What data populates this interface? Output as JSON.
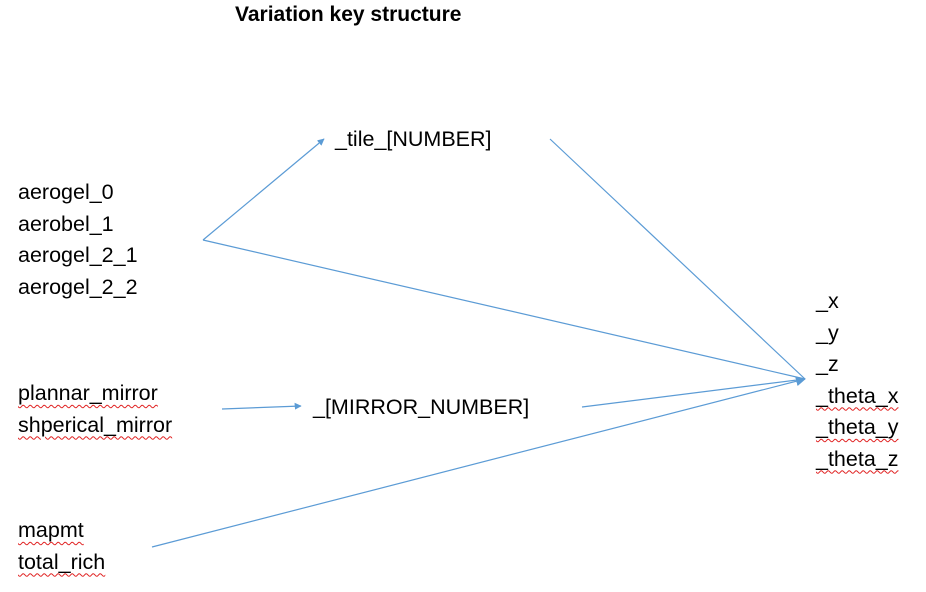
{
  "title": "Variation key structure",
  "groups": {
    "aerogel": [
      "aerogel_0",
      "aerobel_1",
      "aerogel_2_1",
      "aerogel_2_2"
    ],
    "mirrors": [
      "plannar_mirror",
      "shperical_mirror"
    ],
    "detectors": [
      "mapmt",
      "total_rich"
    ]
  },
  "nodes": {
    "tile": "_tile_[NUMBER]",
    "mirror_number": "_[MIRROR_NUMBER]"
  },
  "suffixes": [
    "_x",
    "_y",
    "_z",
    "_theta_x",
    "_theta_y",
    "_theta_z"
  ],
  "colors": {
    "arrow": "#5b9bd5",
    "spellcheck": "#e02020"
  }
}
